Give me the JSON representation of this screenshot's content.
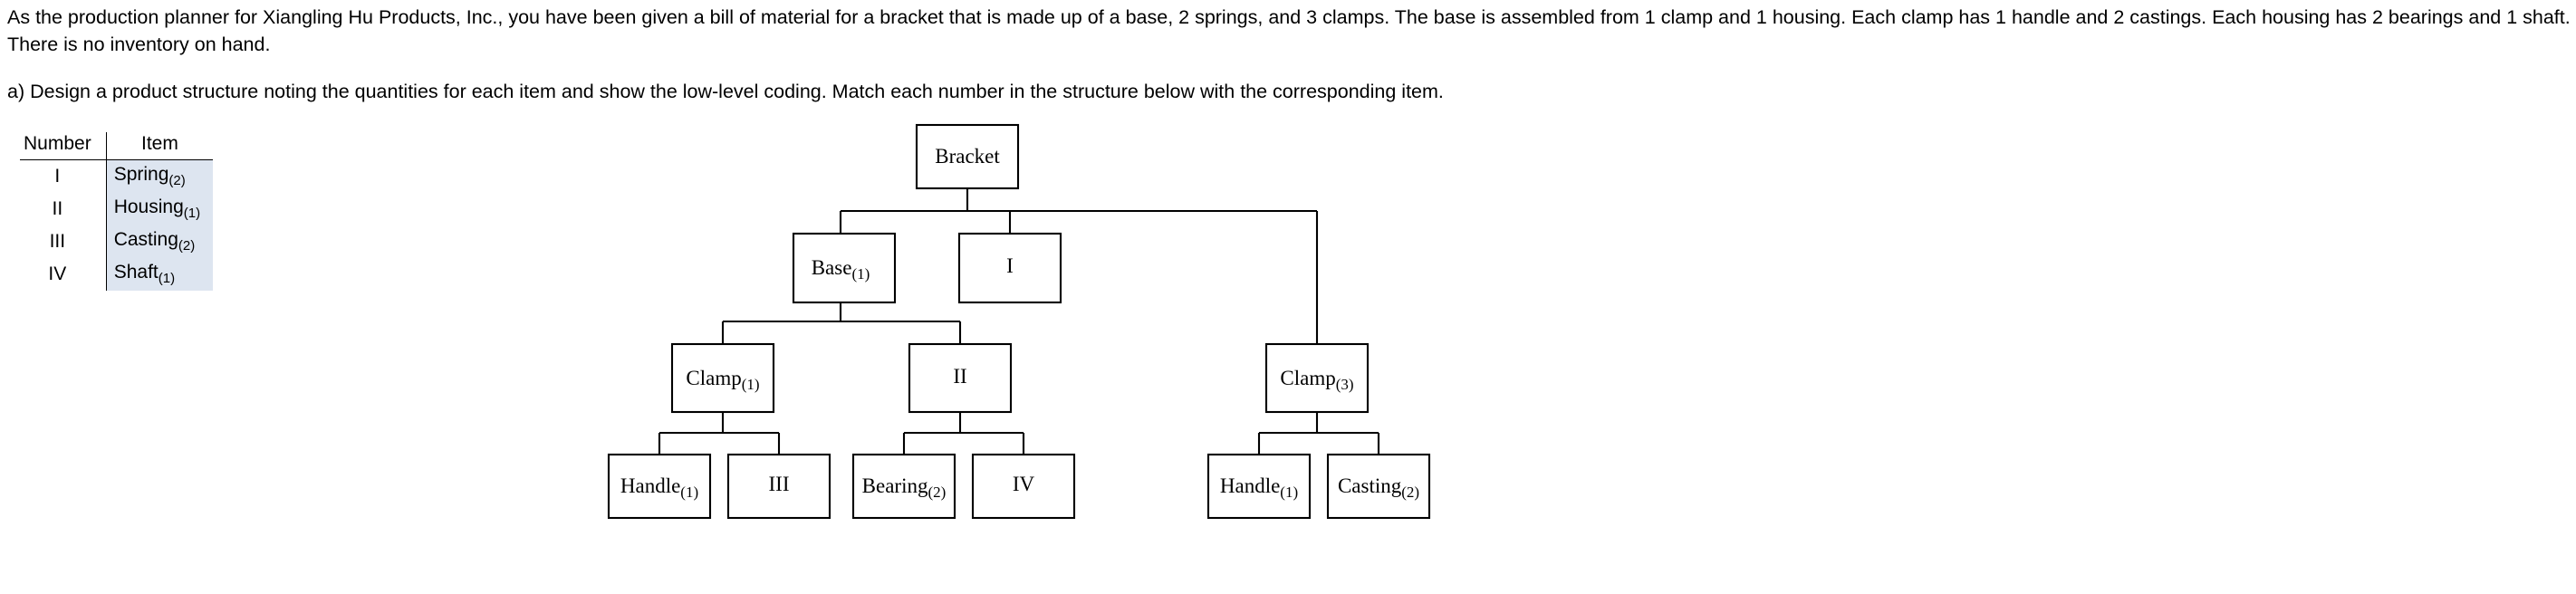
{
  "statement": {
    "paragraph_a": "As the production planner for Xiangling Hu Products, Inc., you have been given a bill of material for a bracket that is made up of a base, 2 springs, and 3 clamps. The base is assembled from 1 clamp and 1 housing. Each clamp has 1 handle and 2 castings. Each housing has 2 bearings and 1 shaft. There is no inventory on hand.",
    "paragraph_b": "a) Design a product structure noting the quantities for each item and show the low-level coding. Match each number in the structure below with the corresponding item."
  },
  "legend": {
    "headers": {
      "number": "Number",
      "item": "Item"
    },
    "rows": [
      {
        "number": "I",
        "item": "Spring",
        "qty": "(2)"
      },
      {
        "number": "II",
        "item": "Housing",
        "qty": "(1)"
      },
      {
        "number": "III",
        "item": "Casting",
        "qty": "(2)"
      },
      {
        "number": "IV",
        "item": "Shaft",
        "qty": "(1)"
      }
    ]
  },
  "tree": {
    "type": "product-structure-tree",
    "nodes": {
      "root": {
        "label": "Bracket",
        "qty": ""
      },
      "base": {
        "label": "Base",
        "qty": "(1)"
      },
      "spring": {
        "label": "I",
        "qty": ""
      },
      "clamp1": {
        "label": "Clamp",
        "qty": "(1)"
      },
      "housing": {
        "label": "II",
        "qty": ""
      },
      "clamp3": {
        "label": "Clamp",
        "qty": "(3)"
      },
      "handle1": {
        "label": "Handle",
        "qty": "(1)"
      },
      "casting3": {
        "label": "III",
        "qty": ""
      },
      "bearing": {
        "label": "Bearing",
        "qty": "(2)"
      },
      "shaft4": {
        "label": "IV",
        "qty": ""
      },
      "handle2": {
        "label": "Handle",
        "qty": "(1)"
      },
      "casting2": {
        "label": "Casting",
        "qty": "(2)"
      }
    },
    "edges": [
      {
        "from": "root",
        "to": "base"
      },
      {
        "from": "root",
        "to": "spring"
      },
      {
        "from": "root",
        "to": "clamp3"
      },
      {
        "from": "base",
        "to": "clamp1"
      },
      {
        "from": "base",
        "to": "housing"
      },
      {
        "from": "clamp1",
        "to": "handle1"
      },
      {
        "from": "clamp1",
        "to": "casting3"
      },
      {
        "from": "housing",
        "to": "bearing"
      },
      {
        "from": "housing",
        "to": "shaft4"
      },
      {
        "from": "clamp3",
        "to": "handle2"
      },
      {
        "from": "clamp3",
        "to": "casting2"
      }
    ]
  },
  "colors": {
    "stroke": "#000000",
    "legend_highlight": "#dde5f0",
    "background": "#ffffff"
  }
}
